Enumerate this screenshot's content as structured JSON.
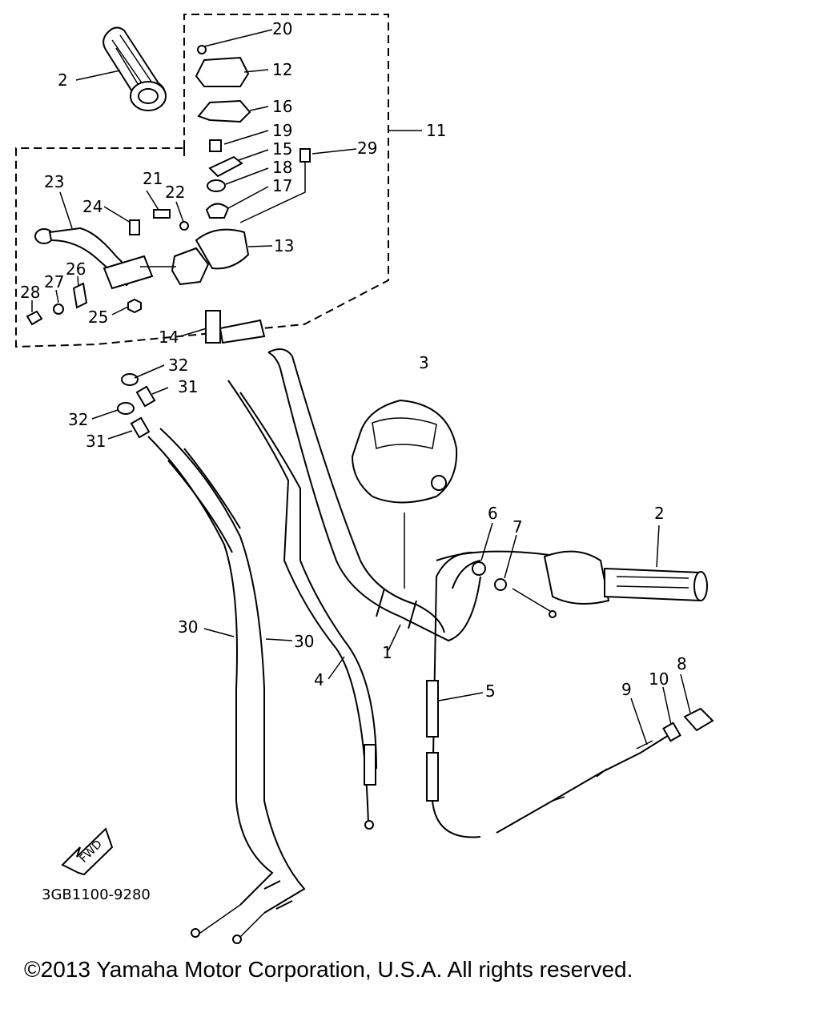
{
  "diagram_code": "3GB1100-9280",
  "fwd_label": "FWD",
  "copyright": "©2013 Yamaha Motor Corporation, U.S.A. All rights reserved.",
  "callouts": {
    "c1": "1",
    "c2a": "2",
    "c2b": "2",
    "c3": "3",
    "c4": "4",
    "c5": "5",
    "c6": "6",
    "c7": "7",
    "c8": "8",
    "c9": "9",
    "c10": "10",
    "c11": "11",
    "c12": "12",
    "c13": "13",
    "c14": "14",
    "c15": "15",
    "c16": "16",
    "c17": "17",
    "c18": "18",
    "c19": "19",
    "c20": "20",
    "c21": "21",
    "c22": "22",
    "c23": "23",
    "c24": "24",
    "c25": "25",
    "c26": "26",
    "c27": "27",
    "c28": "28",
    "c29": "29",
    "c30a": "30",
    "c30b": "30",
    "c31a": "31",
    "c31b": "31",
    "c32a": "32",
    "c32b": "32"
  }
}
